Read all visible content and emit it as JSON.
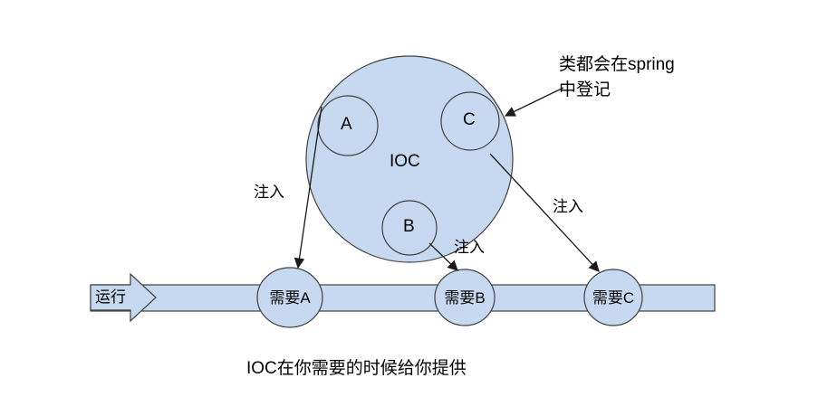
{
  "diagram": {
    "colors": {
      "shape_fill": "#c6d9f0",
      "shape_stroke": "#404040"
    },
    "ioc": {
      "label": "IOC",
      "class_a": "A",
      "class_b": "B",
      "class_c": "C"
    },
    "annotation": {
      "line1": "类都会在spring",
      "line2": "中登记"
    },
    "injections": {
      "a": "注入",
      "b": "注入",
      "c": "注入"
    },
    "timeline": {
      "run_label": "运行",
      "need_a": "需要A",
      "need_b": "需要B",
      "need_c": "需要C"
    },
    "caption": "IOC在你需要的时候给你提供"
  }
}
